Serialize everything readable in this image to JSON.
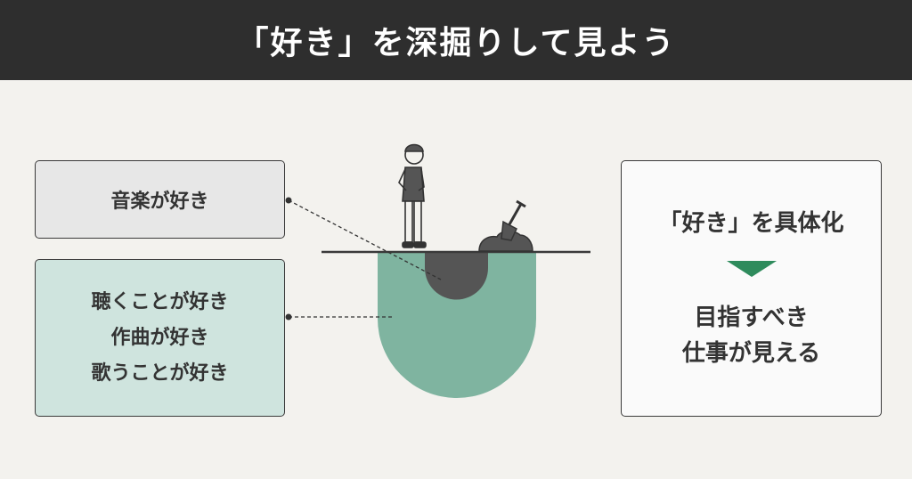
{
  "header": {
    "title": "「好き」を深掘りして見よう"
  },
  "left_top": {
    "text": "音楽が好き"
  },
  "left_bottom": {
    "lines": [
      "聴くことが好き",
      "作曲が好き",
      "歌うことが好き"
    ]
  },
  "right": {
    "top_text": "「好き」を具体化",
    "bottom_lines": [
      "目指すべき",
      "仕事が見える"
    ]
  },
  "colors": {
    "header_bg": "#2e2e2e",
    "accent_green": "#2e8b5c",
    "hole_green": "#7fb4a0",
    "dark_gray": "#555555"
  },
  "icons": [
    "person-figure",
    "shovel-icon",
    "dirt-pile",
    "hole"
  ]
}
